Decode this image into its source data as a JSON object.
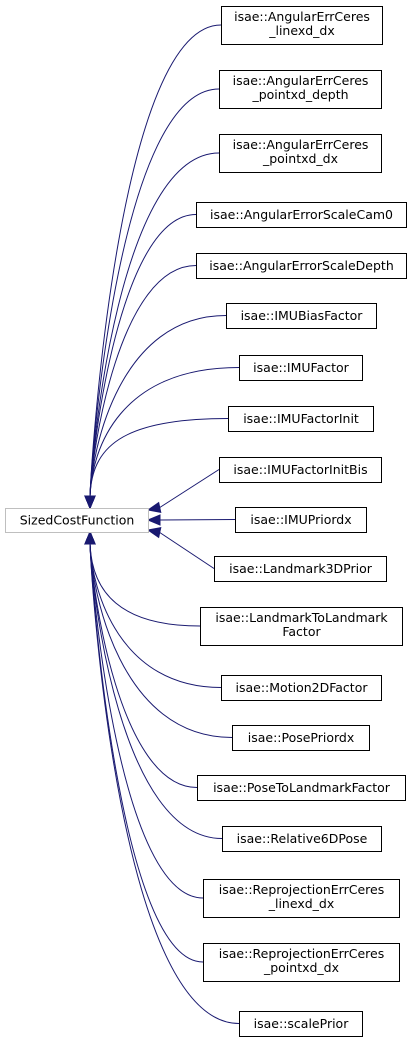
{
  "diagram": {
    "base_class": {
      "label": "SizedCostFunction"
    },
    "derived_classes": [
      {
        "lines": [
          "isae::AngularErrCeres",
          "_linexd_dx"
        ]
      },
      {
        "lines": [
          "isae::AngularErrCeres",
          "_pointxd_depth"
        ]
      },
      {
        "lines": [
          "isae::AngularErrCeres",
          "_pointxd_dx"
        ]
      },
      {
        "lines": [
          "isae::AngularErrorScaleCam0"
        ]
      },
      {
        "lines": [
          "isae::AngularErrorScaleDepth"
        ]
      },
      {
        "lines": [
          "isae::IMUBiasFactor"
        ]
      },
      {
        "lines": [
          "isae::IMUFactor"
        ]
      },
      {
        "lines": [
          "isae::IMUFactorInit"
        ]
      },
      {
        "lines": [
          "isae::IMUFactorInitBis"
        ]
      },
      {
        "lines": [
          "isae::IMUPriordx"
        ]
      },
      {
        "lines": [
          "isae::Landmark3DPrior"
        ]
      },
      {
        "lines": [
          "isae::LandmarkToLandmark",
          "Factor"
        ]
      },
      {
        "lines": [
          "isae::Motion2DFactor"
        ]
      },
      {
        "lines": [
          "isae::PosePriordx"
        ]
      },
      {
        "lines": [
          "isae::PoseToLandmarkFactor"
        ]
      },
      {
        "lines": [
          "isae::Relative6DPose"
        ]
      },
      {
        "lines": [
          "isae::ReprojectionErrCeres",
          "_linexd_dx"
        ]
      },
      {
        "lines": [
          "isae::ReprojectionErrCeres",
          "_pointxd_dx"
        ]
      },
      {
        "lines": [
          "isae::scalePrior"
        ]
      }
    ],
    "colors": {
      "edge": "#191970",
      "node_border": "#000000",
      "base_border": "#bfbfbf",
      "text": "#000000"
    }
  }
}
